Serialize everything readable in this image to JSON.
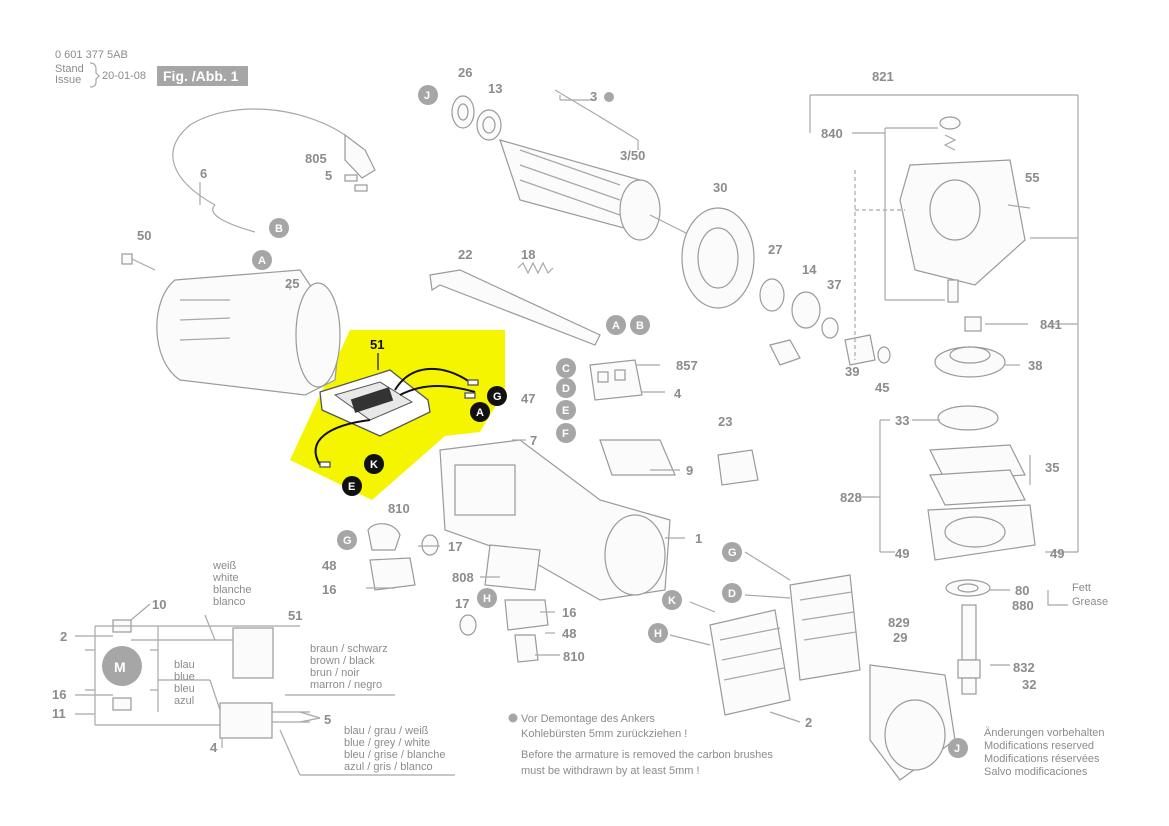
{
  "header": {
    "part_number": "0 601 377 5AB",
    "stand": "Stand",
    "issue": "Issue",
    "date": "20-01-08",
    "fig_label": "Fig. /Abb. 1"
  },
  "highlight_color": "#f5f500",
  "labels": [
    {
      "id": "l26",
      "text": "26"
    },
    {
      "id": "l13",
      "text": "13"
    },
    {
      "id": "l3",
      "text": "3"
    },
    {
      "id": "l350",
      "text": "3/50"
    },
    {
      "id": "l805",
      "text": "805"
    },
    {
      "id": "l5a",
      "text": "5"
    },
    {
      "id": "l6",
      "text": "6"
    },
    {
      "id": "l50",
      "text": "50"
    },
    {
      "id": "l25",
      "text": "25"
    },
    {
      "id": "l22",
      "text": "22"
    },
    {
      "id": "l18",
      "text": "18"
    },
    {
      "id": "l30",
      "text": "30"
    },
    {
      "id": "l27",
      "text": "27"
    },
    {
      "id": "l14",
      "text": "14"
    },
    {
      "id": "l37",
      "text": "37"
    },
    {
      "id": "l39",
      "text": "39"
    },
    {
      "id": "l45",
      "text": "45"
    },
    {
      "id": "l857",
      "text": "857"
    },
    {
      "id": "l4a",
      "text": "4"
    },
    {
      "id": "l47",
      "text": "47"
    },
    {
      "id": "l7",
      "text": "7"
    },
    {
      "id": "l23",
      "text": "23"
    },
    {
      "id": "l9",
      "text": "9"
    },
    {
      "id": "l1",
      "text": "1"
    },
    {
      "id": "l810a",
      "text": "810"
    },
    {
      "id": "l17a",
      "text": "17"
    },
    {
      "id": "l48a",
      "text": "48"
    },
    {
      "id": "l16a",
      "text": "16"
    },
    {
      "id": "l808",
      "text": "808"
    },
    {
      "id": "l17b",
      "text": "17"
    },
    {
      "id": "l16b",
      "text": "16"
    },
    {
      "id": "l48b",
      "text": "48"
    },
    {
      "id": "l810b",
      "text": "810"
    },
    {
      "id": "l2a",
      "text": "2"
    },
    {
      "id": "l821",
      "text": "821"
    },
    {
      "id": "l840",
      "text": "840"
    },
    {
      "id": "l55",
      "text": "55"
    },
    {
      "id": "l841",
      "text": "841"
    },
    {
      "id": "l38",
      "text": "38"
    },
    {
      "id": "l33",
      "text": "33"
    },
    {
      "id": "l35",
      "text": "35"
    },
    {
      "id": "l828",
      "text": "828"
    },
    {
      "id": "l49a",
      "text": "49"
    },
    {
      "id": "l49b",
      "text": "49"
    },
    {
      "id": "l80",
      "text": "80"
    },
    {
      "id": "l880",
      "text": "880"
    },
    {
      "id": "l829",
      "text": "829"
    },
    {
      "id": "l29",
      "text": "29"
    },
    {
      "id": "l832",
      "text": "832"
    },
    {
      "id": "l32",
      "text": "32"
    },
    {
      "id": "l10",
      "text": "10"
    },
    {
      "id": "l51b",
      "text": "51"
    },
    {
      "id": "l2b",
      "text": "2"
    },
    {
      "id": "l16c",
      "text": "16"
    },
    {
      "id": "l11",
      "text": "11"
    },
    {
      "id": "l4b",
      "text": "4"
    },
    {
      "id": "l5b",
      "text": "5"
    }
  ],
  "highlighted_label": "51",
  "bubbles": {
    "J": "J",
    "B": "B",
    "A": "A",
    "C": "C",
    "D": "D",
    "E": "E",
    "F": "F",
    "G": "G",
    "K": "K",
    "H": "H"
  },
  "fett": "Fett",
  "grease": "Grease",
  "wire_colors_1": [
    "weiß",
    "white",
    "blanche",
    "blanco"
  ],
  "wire_colors_2": [
    "blau",
    "blue",
    "bleu",
    "azul"
  ],
  "wire_colors_3": [
    "braun   / schwarz",
    "brown   / black",
    "brun     / noir",
    "marron / negro"
  ],
  "wire_colors_4": [
    "blau / grau / weiß",
    "blue / grey / white",
    "bleu / grise / blanche",
    "azul / gris  / blanco"
  ],
  "motor_symbol": "M",
  "notes": {
    "de_1": "Vor Demontage des Ankers",
    "de_2": "Kohlebürsten 5mm zurückziehen !",
    "en_1": "Before the armature is removed the carbon brushes",
    "en_2": "must be withdrawn by at least 5mm !"
  },
  "modifications": [
    "Änderungen vorbehalten",
    "Modifications reserved",
    "Modifications réservées",
    "Salvo modificaciones"
  ]
}
